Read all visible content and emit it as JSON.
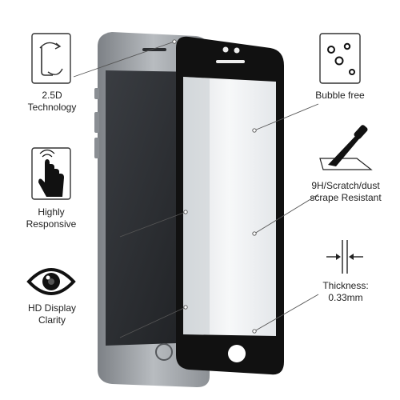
{
  "features": {
    "tech": {
      "line1": "2.5D",
      "line2": "Technology",
      "icon": "curved-edge-icon"
    },
    "responsive": {
      "line1": "Highly",
      "line2": "Responsive",
      "icon": "touch-hand-icon"
    },
    "hd": {
      "line1": "HD Display",
      "line2": "Clarity",
      "icon": "eye-icon"
    },
    "bubble": {
      "line1": "Bubble free",
      "icon": "bubbles-icon"
    },
    "hardness": {
      "line1": "9H/Scratch/dust",
      "line2": "scrape Resistant",
      "icon": "knife-icon"
    },
    "thickness": {
      "line1": "Thickness:",
      "line2": "0.33mm",
      "icon": "thickness-arrows-icon"
    }
  },
  "colors": {
    "frame": "#111111",
    "phone_body": "#9a9ea3",
    "screen": "#2a2d31",
    "glass": "#eef0f2"
  }
}
